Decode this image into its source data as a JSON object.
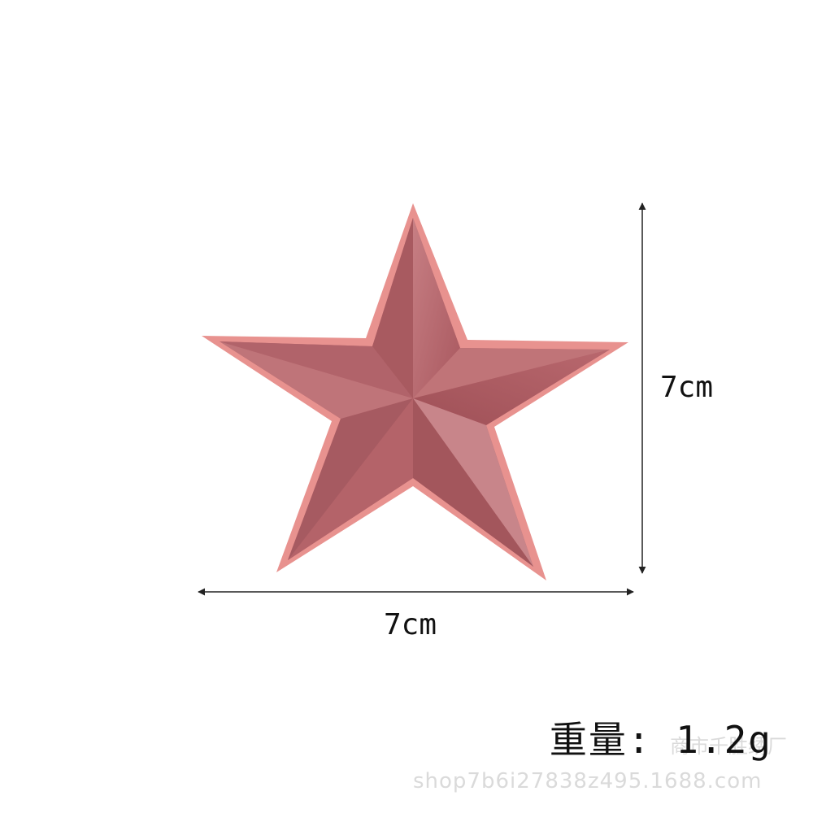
{
  "product": {
    "name": "",
    "colors": {
      "star_fill": "#b7666c",
      "star_edge": "#e8928f",
      "star_highlight": "#c47b80",
      "star_shadow": "#a2545a",
      "dimension_line": "#222222",
      "text": "#111111"
    }
  },
  "dimensions": {
    "width_label": "7cm",
    "height_label": "7cm"
  },
  "weight": {
    "label": "重量: 1.2g"
  },
  "watermark": {
    "brand_partial": "商市千胜绣厂",
    "shop_url": "shop7b6i27838z495.1688.com"
  }
}
